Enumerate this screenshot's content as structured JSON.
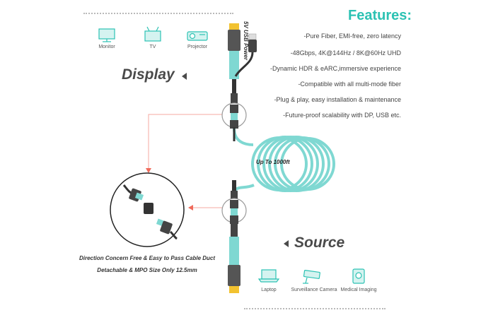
{
  "features": {
    "title": "Features:",
    "items": [
      "-Pure Fiber, EMI-free, zero latency",
      "-48Gbps, 4K@144Hz / 8K@60Hz UHD",
      "-Dynamic HDR & eARC,immersive experience",
      "-Compatible with all multi-mode fiber",
      "-Plug & play, easy installation & maintenance",
      "-Future-proof scalability with DP, USB etc."
    ]
  },
  "display": {
    "label": "Display",
    "devices": [
      {
        "label": "Monitor",
        "icon": "monitor-icon"
      },
      {
        "label": "TV",
        "icon": "tv-icon"
      },
      {
        "label": "Projector",
        "icon": "projector-icon"
      }
    ]
  },
  "source": {
    "label": "Source",
    "devices": [
      {
        "label": "Laptop",
        "icon": "laptop-icon"
      },
      {
        "label": "Surveillance Camera",
        "icon": "surveillance-camera-icon"
      },
      {
        "label": "Medical Imaging",
        "icon": "medical-imaging-icon"
      }
    ]
  },
  "cable": {
    "power_label": "5V USB Power",
    "length_label": "Up To 1000ft"
  },
  "caption": {
    "line1": "Direction Concern Free & Easy to Pass Cable Duct",
    "line2": "Detachable & MPO Size Only 12.5mm"
  },
  "colors": {
    "accent": "#2cc2b3",
    "cable": "#7fd8d2",
    "text": "#4a4a4a",
    "guide": "#f06a5a"
  }
}
